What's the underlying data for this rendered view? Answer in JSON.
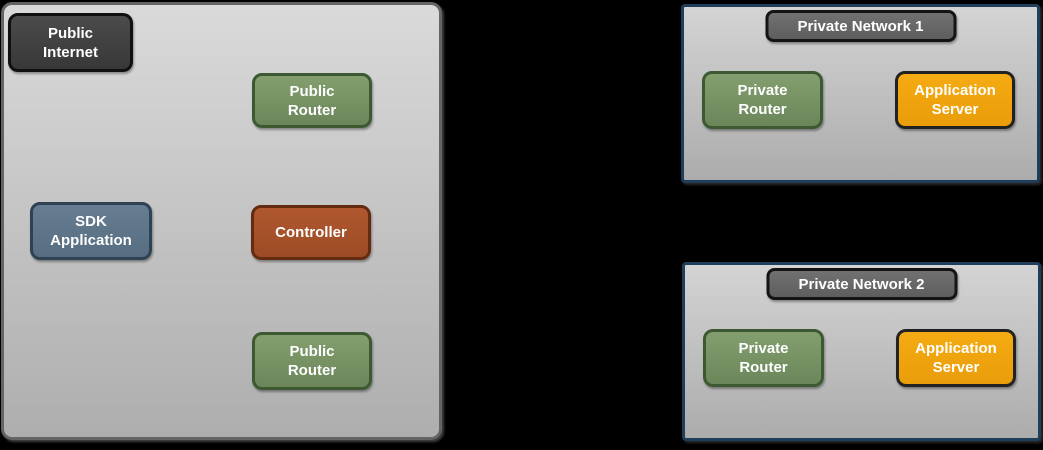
{
  "background_color": "#000000",
  "public_zone": {
    "nodes": {
      "public_internet": {
        "label": "Public\nInternet",
        "fill": "#414141",
        "border": "#101010"
      },
      "public_router_top": {
        "label": "Public\nRouter",
        "fill": "#75915F",
        "border": "#3D5932"
      },
      "sdk_application": {
        "label": "SDK\nApplication",
        "fill": "#5E7489",
        "border": "#2E4254"
      },
      "controller": {
        "label": "Controller",
        "fill": "#A6522A",
        "border": "#632C11"
      },
      "public_router_bottom": {
        "label": "Public\nRouter",
        "fill": "#75915F",
        "border": "#3D5932"
      }
    }
  },
  "private_networks": [
    {
      "title": "Private Network 1",
      "nodes": {
        "private_router": {
          "label": "Private\nRouter",
          "fill": "#75915F",
          "border": "#3D5932"
        },
        "application_server": {
          "label": "Application\nServer",
          "fill": "#F0A40F",
          "border": "#222222"
        }
      }
    },
    {
      "title": "Private Network 2",
      "nodes": {
        "private_router": {
          "label": "Private\nRouter",
          "fill": "#75915F",
          "border": "#3D5932"
        },
        "application_server": {
          "label": "Application\nServer",
          "fill": "#F0A40F",
          "border": "#222222"
        }
      }
    }
  ],
  "colors": {
    "canvas_background": "#000000",
    "zone_fill_top": "#DADADA",
    "zone_fill_bottom": "#AEAEAE",
    "zone_border": "#646464",
    "network_border": "#1F3E59",
    "network_title_fill": "#686868",
    "network_title_border": "#141414",
    "node_text": "#FFFFFF"
  }
}
